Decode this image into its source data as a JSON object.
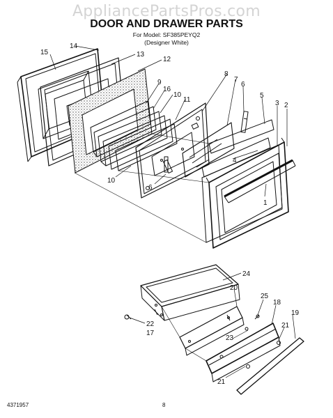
{
  "watermark": "AppliancePartsPros.com",
  "header": {
    "title": "DOOR AND DRAWER PARTS",
    "model_line": "For Model: SF385PEYQ2",
    "variant_line": "(Designer White)"
  },
  "callouts": [
    "14",
    "13",
    "15",
    "12",
    "9",
    "16",
    "10",
    "11",
    "8",
    "7",
    "6",
    "5",
    "3",
    "2",
    "4",
    "10",
    "6",
    "1",
    "24",
    "20",
    "25",
    "18",
    "19",
    "21",
    "22",
    "17",
    "23",
    "21"
  ],
  "footer": {
    "doc_number": "4371957",
    "page_number": "8"
  }
}
